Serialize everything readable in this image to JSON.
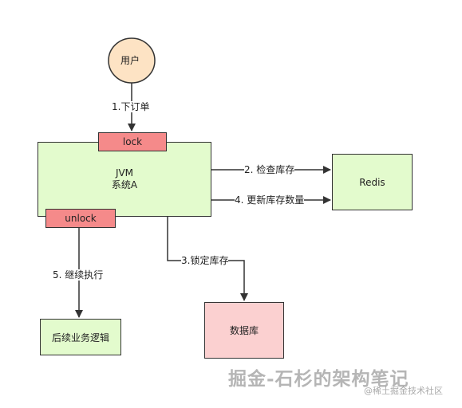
{
  "nodes": {
    "user": "用户",
    "system_a_line1": "JVM",
    "system_a_line2": "系统A",
    "lock": "lock",
    "unlock": "unlock",
    "redis": "Redis",
    "database": "数据库",
    "continue_business": "后续业务逻辑"
  },
  "edges": {
    "place_order": "1.下订单",
    "check_stock": "2. 检查库存",
    "lock_stock": "3.锁定库存",
    "update_stock": "4. 更新库存数量",
    "continue_execution": "5. 继续执行"
  },
  "watermark": {
    "main": "掘金-石杉的架构笔记",
    "sub": "@稀土掘金技术社区"
  },
  "colors": {
    "user_fill": "#fde3c4",
    "green_fill": "#e3fbcd",
    "lock_fill": "#f58a8a",
    "pink_fill": "#fbd0d0",
    "line": "#333333"
  }
}
